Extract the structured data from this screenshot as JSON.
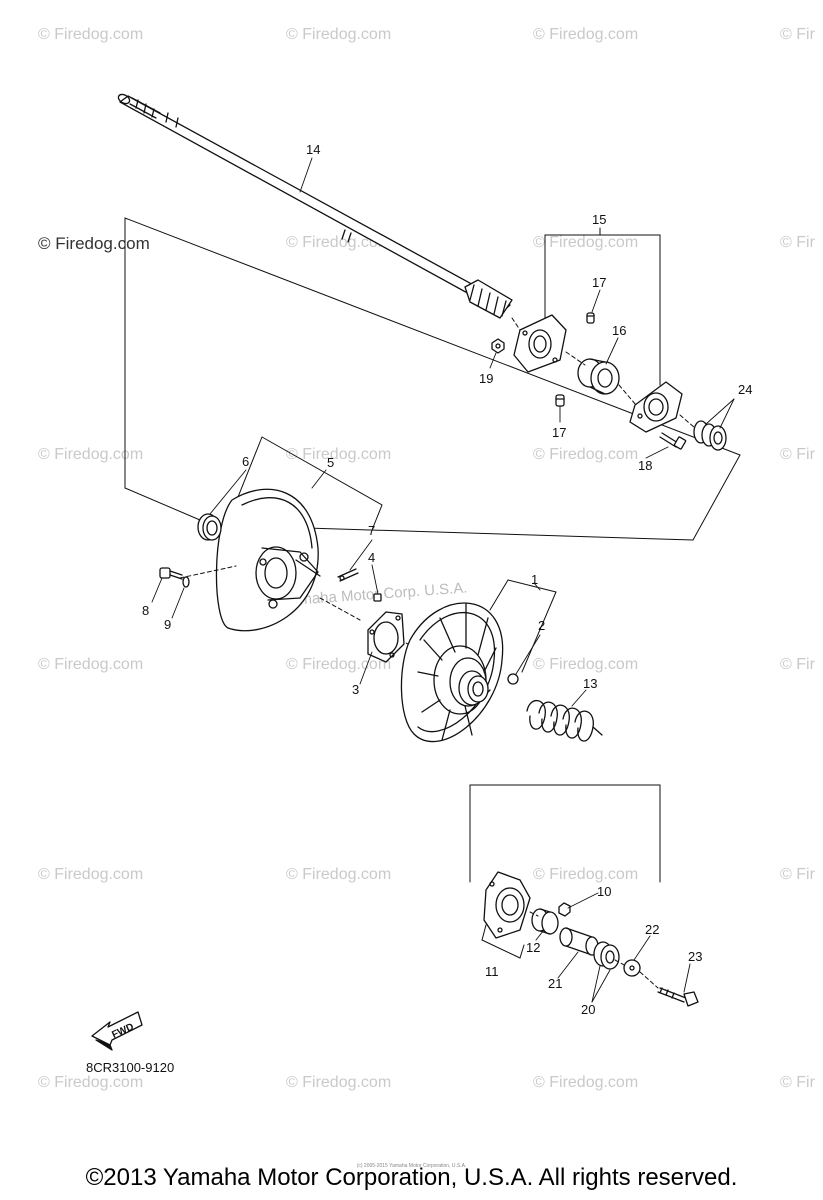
{
  "watermark": {
    "text": "© Firedog.com",
    "fragment": "© Fir",
    "center_text": "Yamaha Motor Corp. U.S.A."
  },
  "labels": [
    "1",
    "2",
    "3",
    "4",
    "5",
    "6",
    "7",
    "8",
    "9",
    "10",
    "11",
    "12",
    "13",
    "14",
    "15",
    "16",
    "17",
    "17",
    "18",
    "19",
    "20",
    "21",
    "22",
    "23",
    "24"
  ],
  "fwd_label": "FWD",
  "part_code": "8CR3100-9120",
  "fine_print": "(c) 2005-2015 Yamaha Motor Corporation, U.S.A.",
  "copyright": "©2013 Yamaha Motor Corporation, U.S.A. All rights reserved.",
  "colors": {
    "line": "#111111",
    "watermark": "#c9c9c9"
  }
}
